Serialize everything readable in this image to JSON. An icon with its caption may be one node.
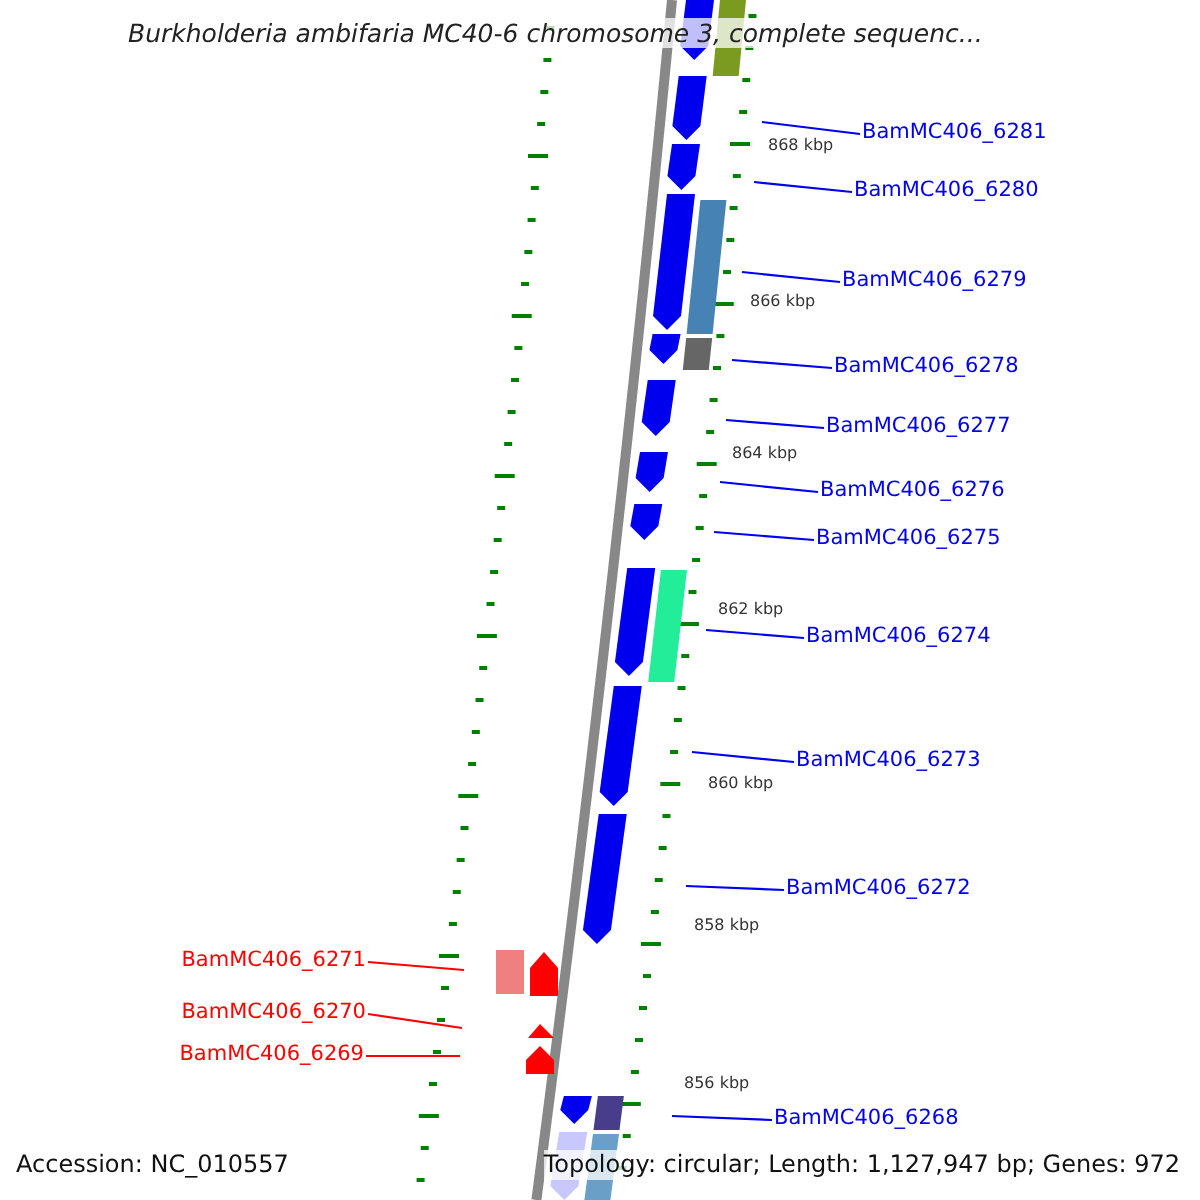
{
  "diagram": {
    "title": "Burkholderia ambifaria MC40-6 chromosome 3, complete sequenc...",
    "nodes": [
      {
        "text": [
          "BamMC406_6281"
        ]
      },
      {
        "text": [
          "BamMC406_6280"
        ]
      },
      {
        "text": [
          "BamMC406_6279"
        ]
      },
      {
        "text": [
          "BamMC406_6278"
        ]
      },
      {
        "text": [
          "BamMC406_6277"
        ]
      },
      {
        "text": [
          "BamMC406_6276"
        ]
      },
      {
        "text": [
          "BamMC406_6275"
        ]
      },
      {
        "text": [
          "BamMC406_6274"
        ]
      },
      {
        "text": [
          "BamMC406_6273"
        ]
      },
      {
        "text": [
          "BamMC406_6272"
        ]
      },
      {
        "text": [
          "BamMC406_6271"
        ]
      },
      {
        "text": [
          "BamMC406_6270"
        ]
      },
      {
        "text": [
          "BamMC406_6269"
        ]
      },
      {
        "text": [
          "BamMC406_6268"
        ]
      }
    ],
    "edges": [
      {
        "from": 0,
        "to": null,
        "arrow": "none"
      },
      {
        "from": 1,
        "to": null,
        "arrow": "none"
      },
      {
        "from": 2,
        "to": null,
        "arrow": "none"
      },
      {
        "from": 3,
        "to": null,
        "arrow": "none"
      },
      {
        "from": 4,
        "to": null,
        "arrow": "none"
      },
      {
        "from": 5,
        "to": null,
        "arrow": "none"
      },
      {
        "from": 6,
        "to": null,
        "arrow": "none"
      },
      {
        "from": 7,
        "to": null,
        "arrow": "none"
      },
      {
        "from": 8,
        "to": null,
        "arrow": "none"
      },
      {
        "from": 9,
        "to": null,
        "arrow": "none"
      },
      {
        "from": 10,
        "to": null,
        "arrow": "none",
        "color": "#ff0000"
      },
      {
        "from": 11,
        "to": null,
        "arrow": "none",
        "color": "#ff0000"
      },
      {
        "from": 12,
        "to": null,
        "arrow": "none",
        "color": "#ff0000"
      },
      {
        "from": 13,
        "to": null,
        "arrow": "none"
      }
    ],
    "labels": [
      "868 kbp",
      "866 kbp",
      "864 kbp",
      "862 kbp",
      "860 kbp",
      "858 kbp",
      "856 kbp",
      "Accession: NC_010557",
      "Topology: circular; Length: 1,127,947 bp; Genes: 972"
    ]
  }
}
